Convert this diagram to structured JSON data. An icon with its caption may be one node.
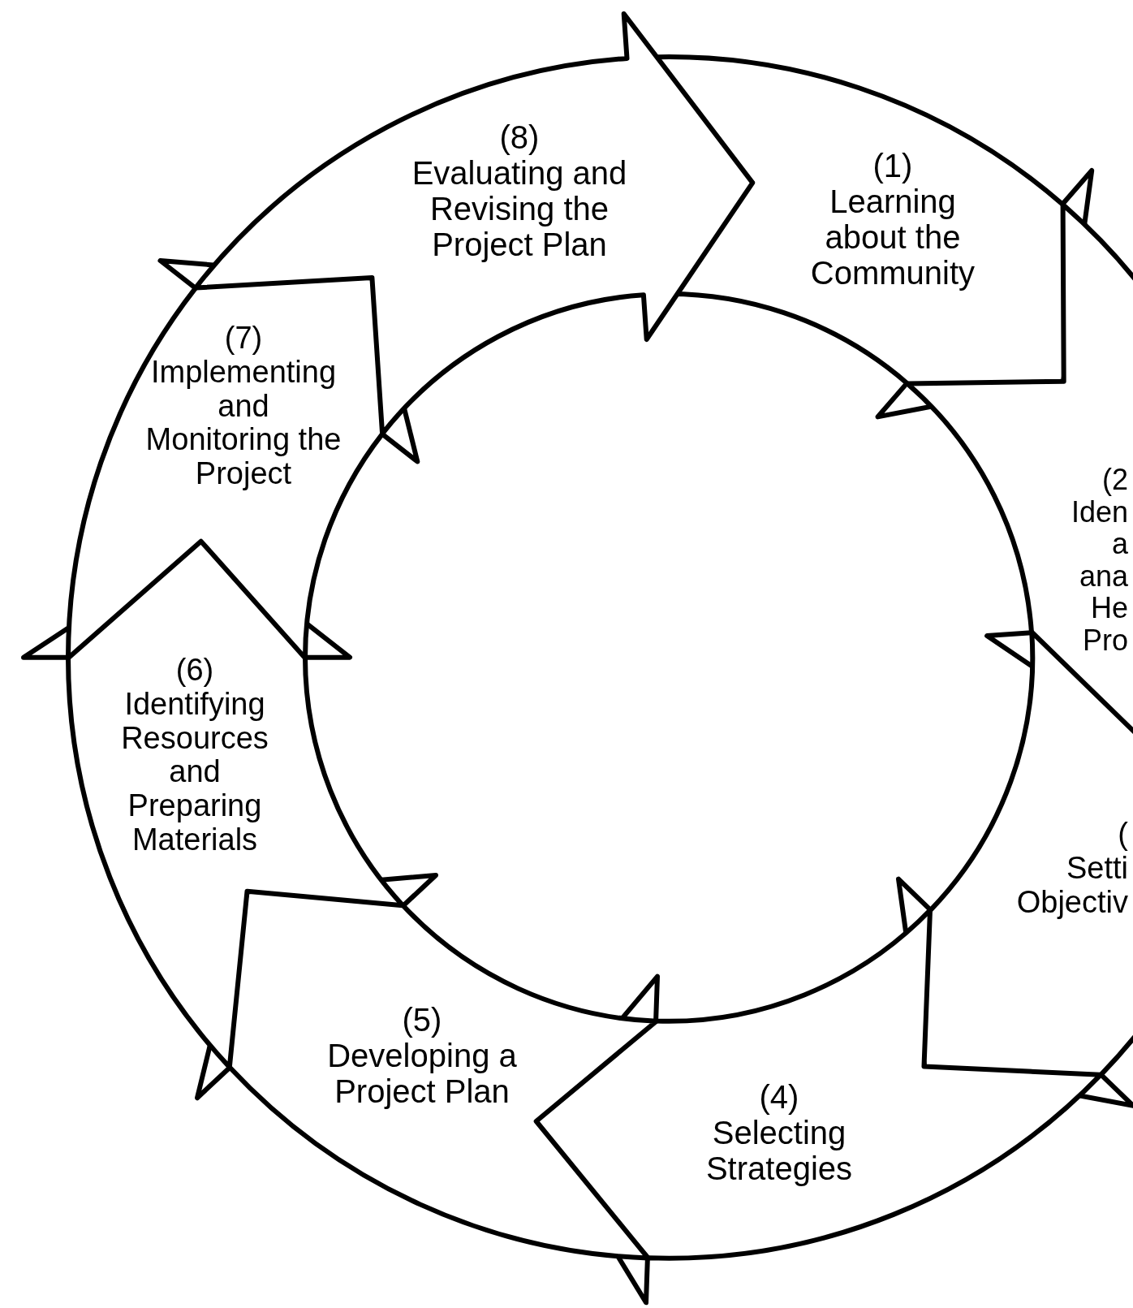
{
  "diagram": {
    "nodes": [
      {
        "text": [
          "(1)",
          "Learning about the Community"
        ]
      },
      {
        "text": [
          "(2",
          "Iden a ana He Pro"
        ]
      },
      {
        "text": [
          "(",
          "Setti Objectiv"
        ]
      },
      {
        "text": [
          "(4)",
          "Selecting Strategies"
        ]
      },
      {
        "text": [
          "(5)",
          "Developing a Project Plan"
        ]
      },
      {
        "text": [
          "(6)",
          "Identifying Resources and Preparing Materials"
        ]
      },
      {
        "text": [
          "(7)",
          "Implementing and Monitoring the Project"
        ]
      },
      {
        "text": [
          "(8)",
          "Evaluating and Revising the Project Plan"
        ]
      }
    ]
  }
}
